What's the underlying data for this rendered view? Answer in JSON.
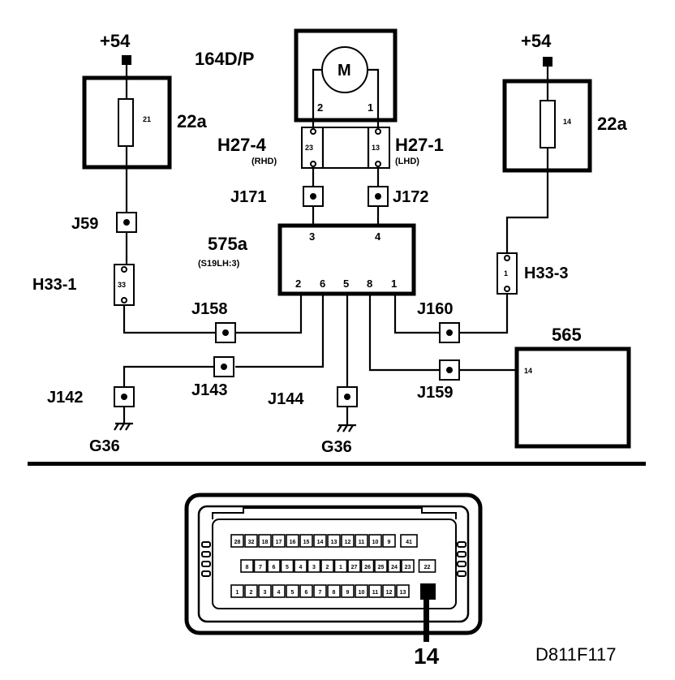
{
  "components": {
    "supply_left": "+54",
    "supply_right": "+54",
    "fuse_left_label": "22a",
    "fuse_left_pin": "21",
    "fuse_right_label": "22a",
    "fuse_right_pin": "14",
    "motor_label": "164D/P",
    "motor_symbol": "M",
    "motor_pin_left": "2",
    "motor_pin_right": "1",
    "h27_4": "H27-4",
    "h27_4_note": "(RHD)",
    "h27_4_pin": "23",
    "h27_1": "H27-1",
    "h27_1_note": "(LHD)",
    "h27_1_pin": "13",
    "j171": "J171",
    "j172": "J172",
    "j59": "J59",
    "h33_1": "H33-1",
    "h33_1_pin": "33",
    "h33_3": "H33-3",
    "h33_3_pin": "1",
    "module_label": "575a",
    "module_note": "(S19LH:3)",
    "module_pin_3": "3",
    "module_pin_4": "4",
    "module_pin_2": "2",
    "module_pin_6": "6",
    "module_pin_5": "5",
    "module_pin_8": "8",
    "module_pin_1": "1",
    "j158": "J158",
    "j160": "J160",
    "j142": "J142",
    "j143": "J143",
    "j144": "J144",
    "j159": "J159",
    "g36_left": "G36",
    "g36_right": "G36",
    "ecu_label": "565",
    "ecu_pin": "14"
  },
  "connector": {
    "row1": [
      "28",
      "32",
      "18",
      "17",
      "16",
      "15",
      "14",
      "13",
      "12",
      "11",
      "10",
      "9",
      "41"
    ],
    "row2": [
      "8",
      "7",
      "6",
      "5",
      "4",
      "3",
      "2",
      "1",
      "27",
      "26",
      "25",
      "24",
      "23",
      "22"
    ],
    "row3": [
      "1",
      "2",
      "3",
      "4",
      "5",
      "6",
      "7",
      "8",
      "9",
      "10",
      "11",
      "12",
      "13"
    ],
    "callout": "14",
    "figure_code": "D811F117"
  }
}
